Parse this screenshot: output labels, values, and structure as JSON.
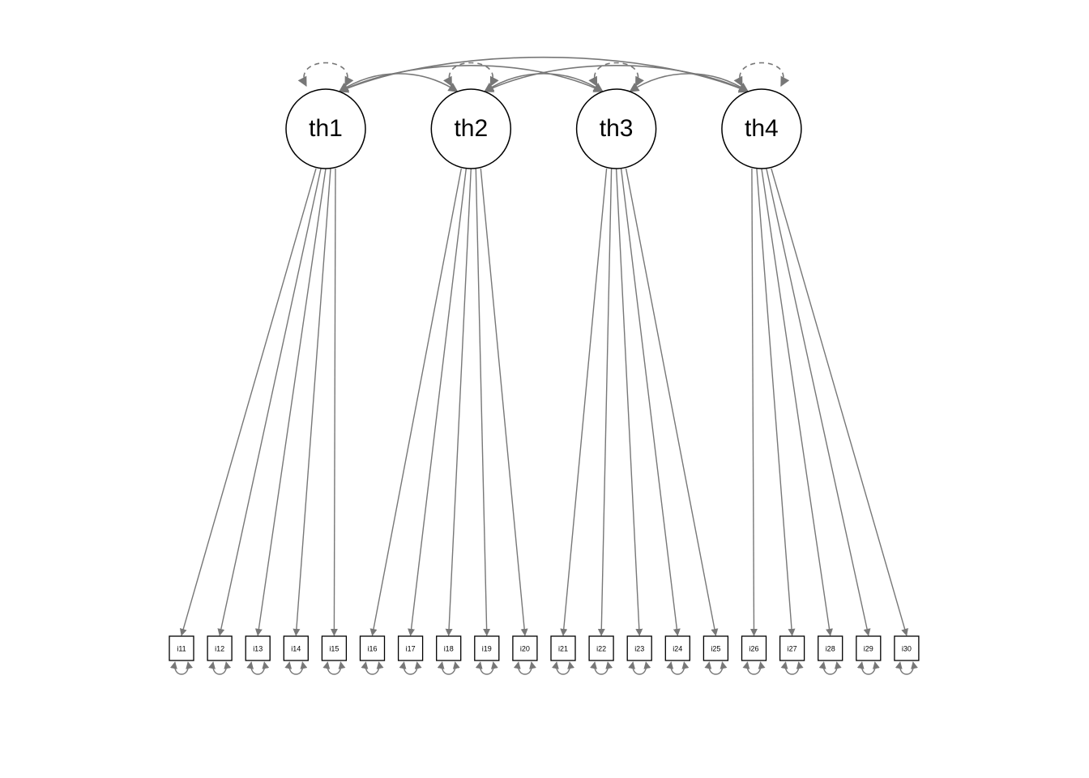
{
  "diagram": {
    "type": "path-diagram",
    "edge_color": "#777777",
    "latents": [
      {
        "id": "th1",
        "label": "th1"
      },
      {
        "id": "th2",
        "label": "th2"
      },
      {
        "id": "th3",
        "label": "th3"
      },
      {
        "id": "th4",
        "label": "th4"
      }
    ],
    "indicators": [
      {
        "id": "i11",
        "label": "i11",
        "factor": "th1"
      },
      {
        "id": "i12",
        "label": "i12",
        "factor": "th1"
      },
      {
        "id": "i13",
        "label": "i13",
        "factor": "th1"
      },
      {
        "id": "i14",
        "label": "i14",
        "factor": "th1"
      },
      {
        "id": "i15",
        "label": "i15",
        "factor": "th1"
      },
      {
        "id": "i16",
        "label": "i16",
        "factor": "th2"
      },
      {
        "id": "i17",
        "label": "i17",
        "factor": "th2"
      },
      {
        "id": "i18",
        "label": "i18",
        "factor": "th2"
      },
      {
        "id": "i19",
        "label": "i19",
        "factor": "th2"
      },
      {
        "id": "i20",
        "label": "i20",
        "factor": "th2"
      },
      {
        "id": "i21",
        "label": "i21",
        "factor": "th3"
      },
      {
        "id": "i22",
        "label": "i22",
        "factor": "th3"
      },
      {
        "id": "i23",
        "label": "i23",
        "factor": "th3"
      },
      {
        "id": "i24",
        "label": "i24",
        "factor": "th3"
      },
      {
        "id": "i25",
        "label": "i25",
        "factor": "th3"
      },
      {
        "id": "i26",
        "label": "i26",
        "factor": "th4"
      },
      {
        "id": "i27",
        "label": "i27",
        "factor": "th4"
      },
      {
        "id": "i28",
        "label": "i28",
        "factor": "th4"
      },
      {
        "id": "i29",
        "label": "i29",
        "factor": "th4"
      },
      {
        "id": "i30",
        "label": "i30",
        "factor": "th4"
      }
    ],
    "covariances": [
      [
        "th1",
        "th2"
      ],
      [
        "th1",
        "th3"
      ],
      [
        "th1",
        "th4"
      ],
      [
        "th2",
        "th3"
      ],
      [
        "th2",
        "th4"
      ],
      [
        "th3",
        "th4"
      ]
    ]
  }
}
